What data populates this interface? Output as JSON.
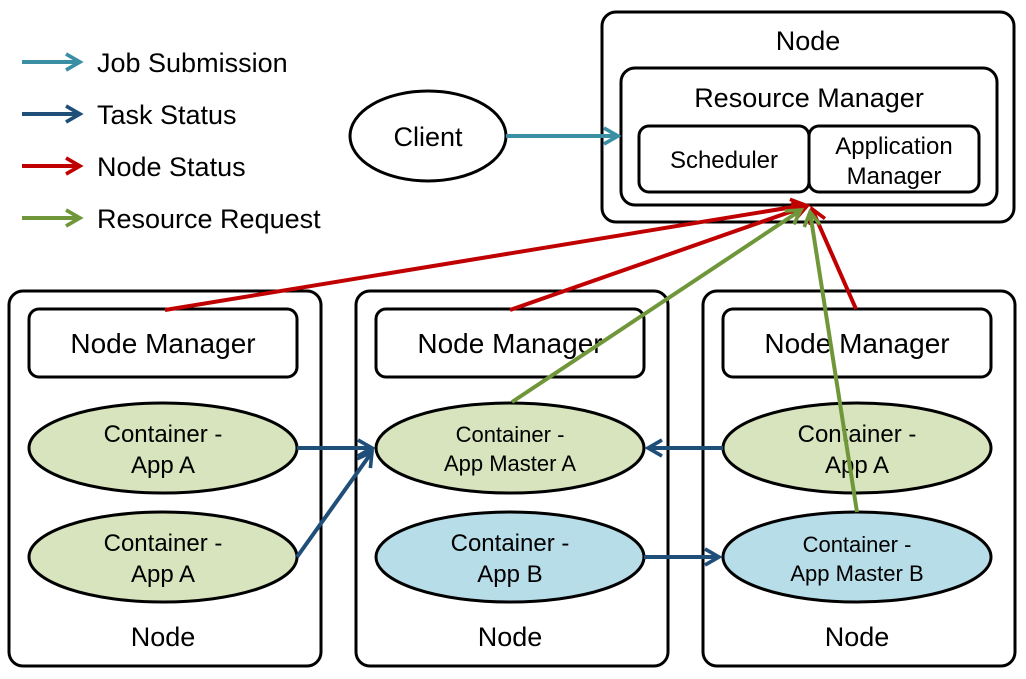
{
  "legend": [
    {
      "label": "Job Submission",
      "color": "#3a8fa5"
    },
    {
      "label": "Task Status",
      "color": "#1f4e79"
    },
    {
      "label": "Node Status",
      "color": "#c00000"
    },
    {
      "label": "Resource Request",
      "color": "#70963a"
    }
  ],
  "client": {
    "label": "Client"
  },
  "rm_node": {
    "title": "Node",
    "resource_manager": "Resource Manager",
    "scheduler": "Scheduler",
    "application_manager_line1": "Application",
    "application_manager_line2": "Manager"
  },
  "nodes": [
    {
      "title": "Node",
      "node_manager": "Node Manager",
      "containers": [
        {
          "line1": "Container -",
          "line2": "App A",
          "fill": "#d7e4bd"
        },
        {
          "line1": "Container -",
          "line2": "App A",
          "fill": "#d7e4bd"
        }
      ]
    },
    {
      "title": "Node",
      "node_manager": "Node Manager",
      "containers": [
        {
          "line1": "Container -",
          "line2": "App Master A",
          "fill": "#d7e4bd"
        },
        {
          "line1": "Container -",
          "line2": "App B",
          "fill": "#b7dde8"
        }
      ]
    },
    {
      "title": "Node",
      "node_manager": "Node Manager",
      "containers": [
        {
          "line1": "Container -",
          "line2": "App A",
          "fill": "#d7e4bd"
        },
        {
          "line1": "Container -",
          "line2": "App Master B",
          "fill": "#b7dde8"
        }
      ]
    }
  ]
}
